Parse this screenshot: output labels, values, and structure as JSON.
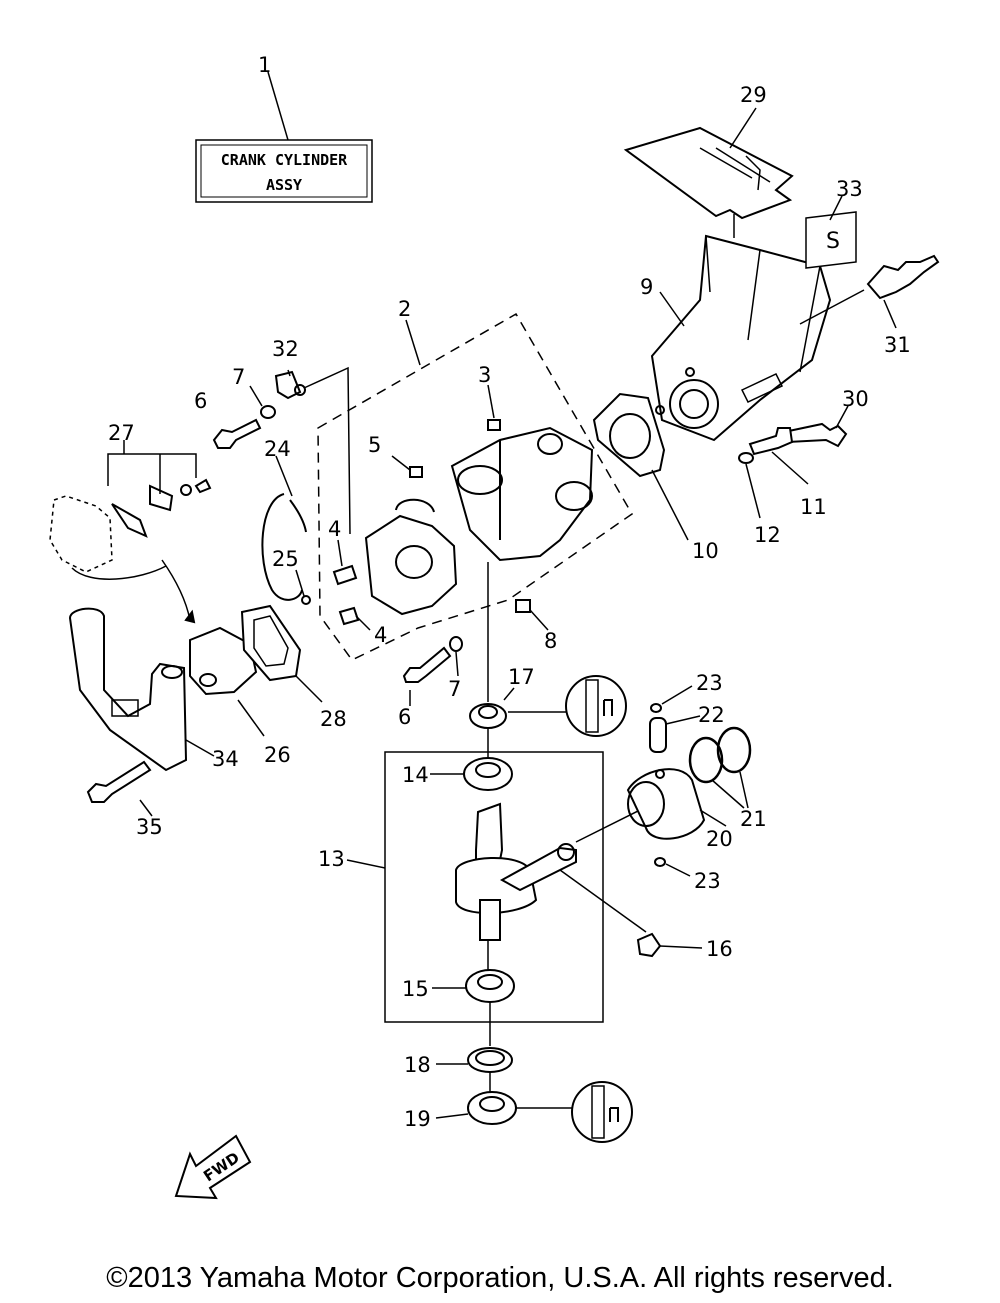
{
  "diagram": {
    "box_label": {
      "line1": "CRANK CYLINDER",
      "line2": "ASSY"
    },
    "fwd_label": "FWD",
    "callouts": [
      "1",
      "2",
      "3",
      "4",
      "4",
      "5",
      "6",
      "6",
      "7",
      "7",
      "8",
      "9",
      "10",
      "11",
      "12",
      "13",
      "14",
      "15",
      "16",
      "17",
      "18",
      "19",
      "20",
      "21",
      "22",
      "23",
      "23",
      "24",
      "25",
      "26",
      "27",
      "28",
      "29",
      "30",
      "31",
      "32",
      "33",
      "34",
      "35"
    ],
    "spark_plug_mark": "S"
  },
  "footer": {
    "copyright": "©2013 Yamaha Motor Corporation, U.S.A. All rights reserved."
  }
}
